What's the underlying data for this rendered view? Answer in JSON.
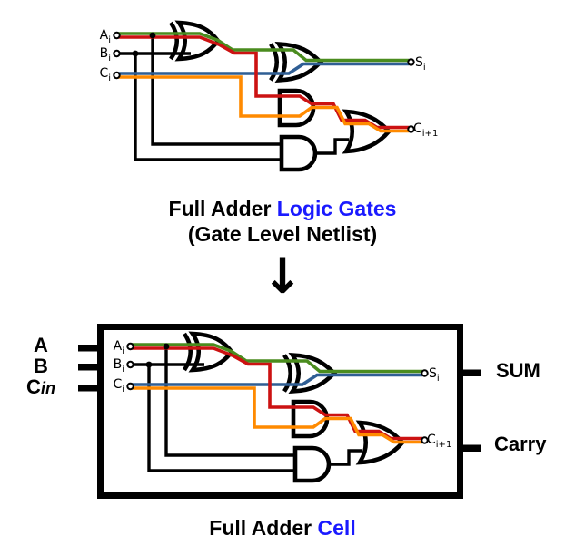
{
  "colors": {
    "wire_green": "#4a8c1e",
    "wire_red": "#cc1212",
    "wire_blue": "#2f5e94",
    "wire_orange": "#ff8a00",
    "caption_accent": "#1a1aff"
  },
  "ports": {
    "a_base": "A",
    "a_sub": "i",
    "b_base": "B",
    "b_sub": "i",
    "c_base": "C",
    "c_sub": "i",
    "s_base": "S",
    "s_sub": "i",
    "cout_base": "C",
    "cout_sub": "i+1"
  },
  "caption_top": {
    "black_part": "Full Adder ",
    "blue_part": "Logic Gates",
    "line2": "(Gate Level Netlist)"
  },
  "arrow_glyph": "↓",
  "cell_labels": {
    "input_a": "A",
    "input_b": "B",
    "input_c_base": "C",
    "input_c_sub": "in",
    "output_sum": "SUM",
    "output_carry": "Carry"
  },
  "caption_bottom": {
    "black_part": "Full Adder ",
    "blue_part": "Cell"
  }
}
